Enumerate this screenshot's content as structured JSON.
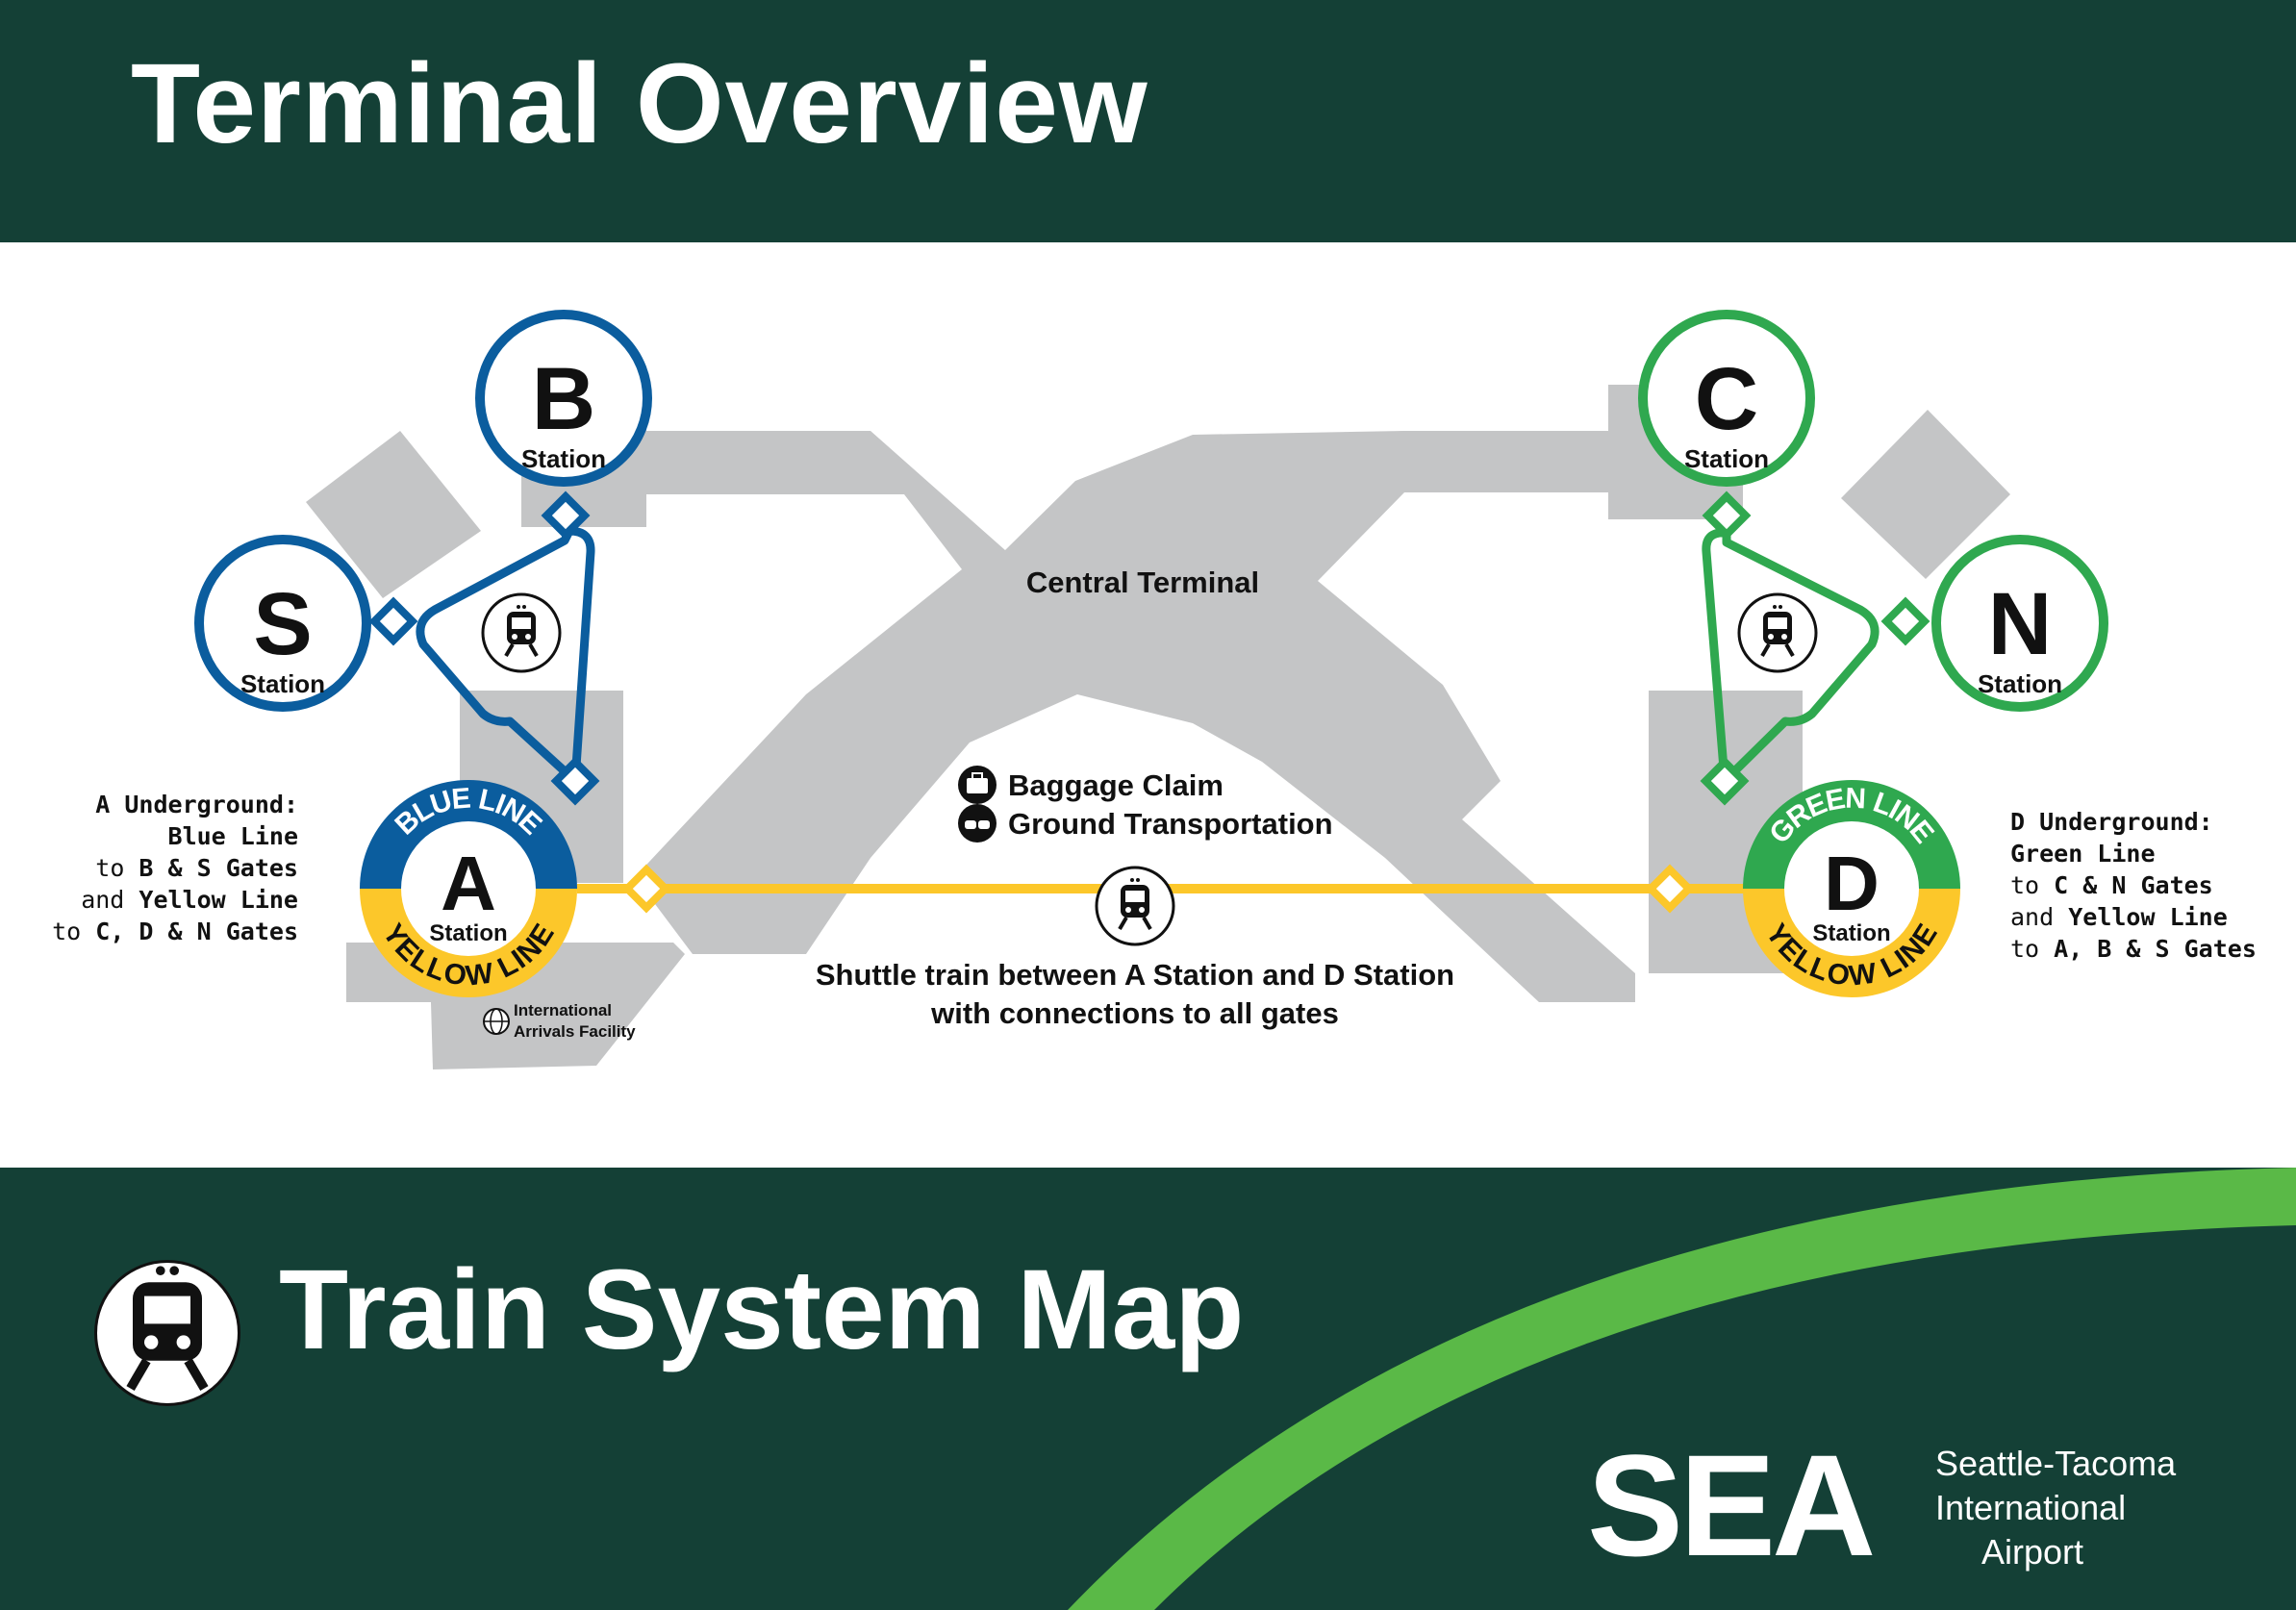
{
  "header": {
    "title": "Terminal Overview"
  },
  "stations": {
    "b": {
      "letter": "B",
      "label": "Station"
    },
    "s": {
      "letter": "S",
      "label": "Station"
    },
    "a": {
      "letter": "A",
      "label": "Station",
      "top_line": "BLUE LINE",
      "bottom_line": "YELLOW LINE"
    },
    "c": {
      "letter": "C",
      "label": "Station"
    },
    "n": {
      "letter": "N",
      "label": "Station"
    },
    "d": {
      "letter": "D",
      "label": "Station",
      "top_line": "GREEN LINE",
      "bottom_line": "YELLOW LINE"
    }
  },
  "map_labels": {
    "central_terminal": "Central Terminal",
    "baggage_claim": "Baggage Claim",
    "ground_transportation": "Ground Transportation",
    "shuttle_line1": "Shuttle train between A Station and D Station",
    "shuttle_line2": "with connections to all gates",
    "iaf_line1": "International",
    "iaf_line2": "Arrivals Facility"
  },
  "notes": {
    "a": {
      "title": "A Underground:",
      "line1": "Blue Line",
      "line2_pre": "to ",
      "line2_bold": "B & S Gates",
      "line3_pre": "and ",
      "line3_bold": "Yellow Line",
      "line4_pre": "to ",
      "line4_bold": "C, D & N Gates"
    },
    "d": {
      "title": "D Underground:",
      "line1": "Green Line",
      "line2_pre": "to ",
      "line2_bold": "C & N Gates",
      "line3_pre": "and ",
      "line3_bold": "Yellow Line",
      "line4_pre": "to ",
      "line4_bold": "A, B & S Gates"
    }
  },
  "footer": {
    "title": "Train System Map",
    "logo_text": "SEA",
    "airport_line1": "Seattle-Tacoma",
    "airport_line2": "International",
    "airport_line3": "Airport"
  },
  "colors": {
    "header_bg": "#144036",
    "blue_line": "#0b5d9e",
    "green_line": "#2fa84f",
    "yellow_line": "#fcc72a",
    "building_gray": "#c4c5c6",
    "accent_green": "#5ab947"
  },
  "icons": [
    "train-icon",
    "baggage-icon",
    "car-icon",
    "globe-icon"
  ]
}
